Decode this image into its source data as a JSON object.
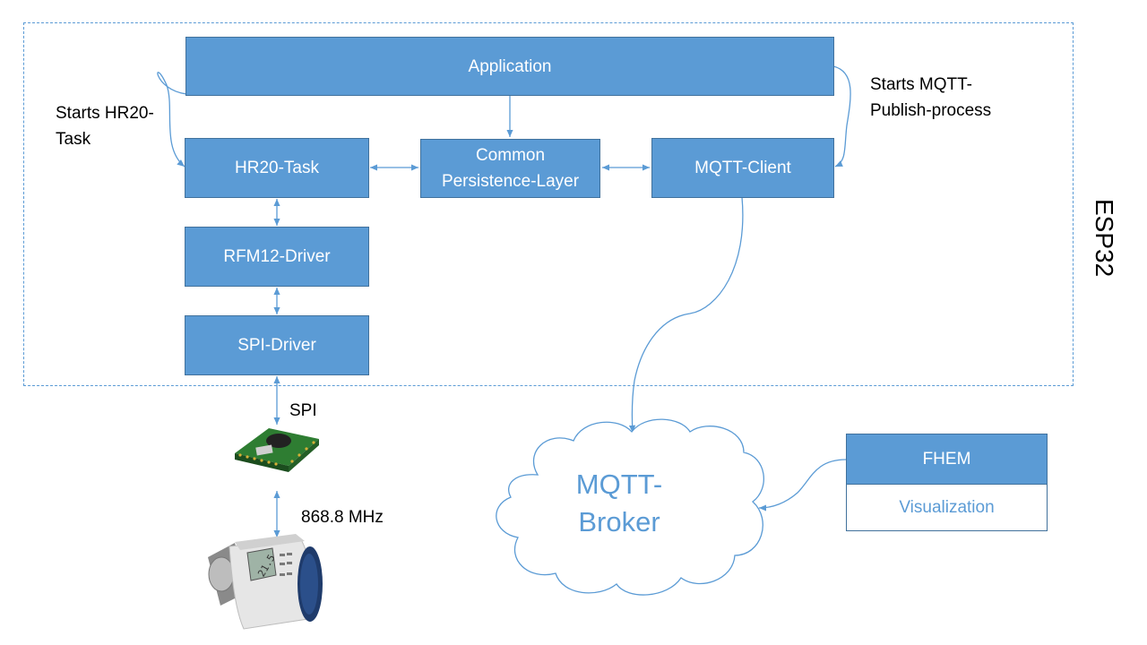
{
  "frame": {
    "label": "ESP32"
  },
  "blocks": {
    "application": "Application",
    "hr20_task": "HR20-Task",
    "persistence": [
      "Common",
      "Persistence-Layer"
    ],
    "mqtt_client": "MQTT-Client",
    "rfm12_driver": "RFM12-Driver",
    "spi_driver": "SPI-Driver"
  },
  "annotations": {
    "starts_hr20": [
      "Starts HR20-",
      "Task"
    ],
    "starts_mqtt": [
      "Starts MQTT-",
      "Publish-process"
    ],
    "spi": "SPI",
    "frequency": "868.8 MHz"
  },
  "broker": [
    "MQTT-",
    "Broker"
  ],
  "fhem": {
    "title": "FHEM",
    "subtitle": "Visualization"
  },
  "colors": {
    "box_fill": "#5b9bd5",
    "box_border": "#41719c",
    "connector": "#5b9bd5"
  }
}
